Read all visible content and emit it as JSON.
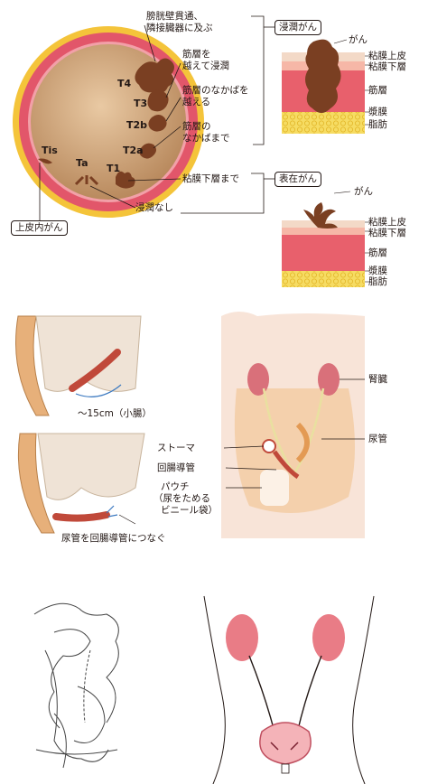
{
  "section1": {
    "stages": [
      "T4",
      "T3",
      "T2b",
      "T2a",
      "T1",
      "Ta",
      "Tis"
    ],
    "callouts": {
      "t4": [
        "膀胱壁貫通、",
        "隣接臓器に及ぶ"
      ],
      "t3": [
        "筋層を",
        "越えて浸潤"
      ],
      "t2b": [
        "筋層のなかばを",
        "越える"
      ],
      "t2a": [
        "筋層の",
        "なかばまで"
      ],
      "t1": "粘膜下層まで",
      "ta": "浸潤なし",
      "tis": "上皮内がん"
    },
    "invasive": {
      "title": "浸潤がん",
      "labels": [
        "がん",
        "粘膜上皮",
        "粘膜下層",
        "筋層",
        "漿膜",
        "脂肪"
      ]
    },
    "superficial": {
      "title": "表在がん",
      "labels": [
        "がん",
        "粘膜上皮",
        "粘膜下層",
        "筋層",
        "漿膜",
        "脂肪"
      ]
    }
  },
  "section2": {
    "intestine_label": "〜15cm（小腸）",
    "connect_label": "尿管を回腸導管につなぐ",
    "body_labels": {
      "kidney": "腎臓",
      "ureter": "尿管",
      "stoma": "ストーマ",
      "conduit": "回腸導管",
      "pouch": [
        "パウチ",
        "（尿をためる",
        "ビニール袋）"
      ]
    }
  },
  "colors": {
    "tumor": "#7a3f22",
    "bladder": "#c9a27a",
    "muscle": "#e67a7a",
    "fat": "#f4d34a",
    "skin": "#f6d9c7",
    "kidney": "#d9707a",
    "intestine": "#e7b07a"
  }
}
